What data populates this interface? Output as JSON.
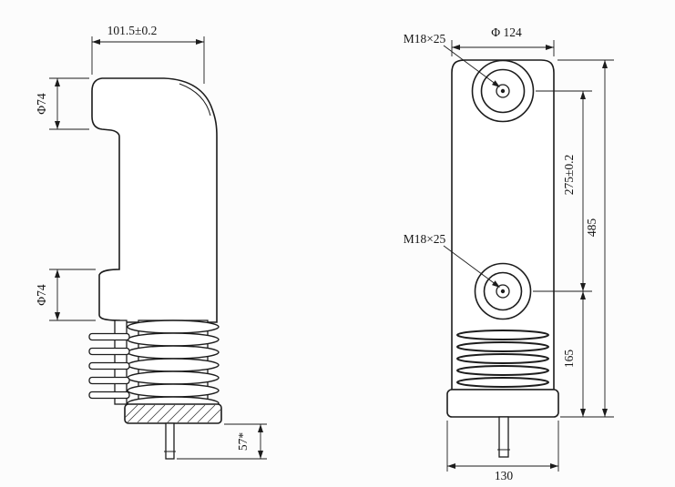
{
  "style": {
    "ink": "#1c1c1c",
    "background": "#fcfcfc"
  },
  "left_view": {
    "dim_arm_width": "101.5±0.2",
    "dim_upper_diameter": "Φ74",
    "dim_lower_diameter": "Φ74",
    "dim_stem_length": "57*"
  },
  "right_view": {
    "thread_top": "M18×25",
    "dim_top_diameter": "Φ 124",
    "thread_middle": "M18×25",
    "dim_terminal_distance": "275±0.2",
    "dim_total_height": "485",
    "dim_lower_height": "165",
    "dim_base_width": "130"
  }
}
